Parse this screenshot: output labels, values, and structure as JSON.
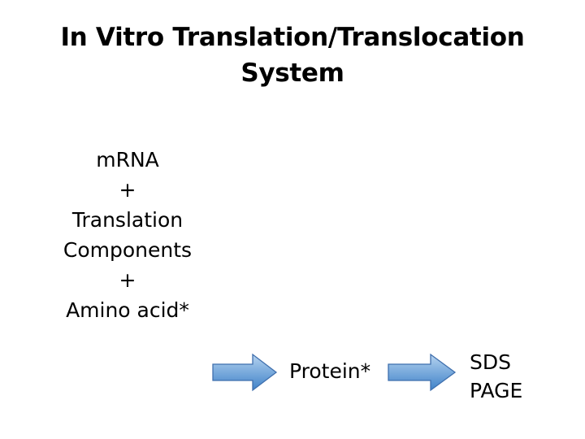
{
  "slide": {
    "background_color": "#ffffff",
    "title": "In Vitro Translation/Translocation\nSystem"
  },
  "diagram": {
    "type": "process-flow",
    "inputs": {
      "name": "reagent-mixture",
      "lines": [
        "mRNA",
        "+",
        "Translation",
        "Components",
        "+",
        "Amino acid*"
      ]
    },
    "arrows": [
      {
        "name": "arrow-1",
        "direction": "right",
        "fill_top_color": "#9cc3e8",
        "fill_bottom_color": "#4a8ad0",
        "border_color": "#3f6fad"
      },
      {
        "name": "arrow-2",
        "direction": "right",
        "fill_top_color": "#9cc3e8",
        "fill_bottom_color": "#4a8ad0",
        "border_color": "#3f6fad"
      }
    ],
    "product": {
      "name": "protein-product",
      "label": "Protein*"
    },
    "output": {
      "name": "analysis-method",
      "label": "SDS\nPAGE"
    }
  }
}
